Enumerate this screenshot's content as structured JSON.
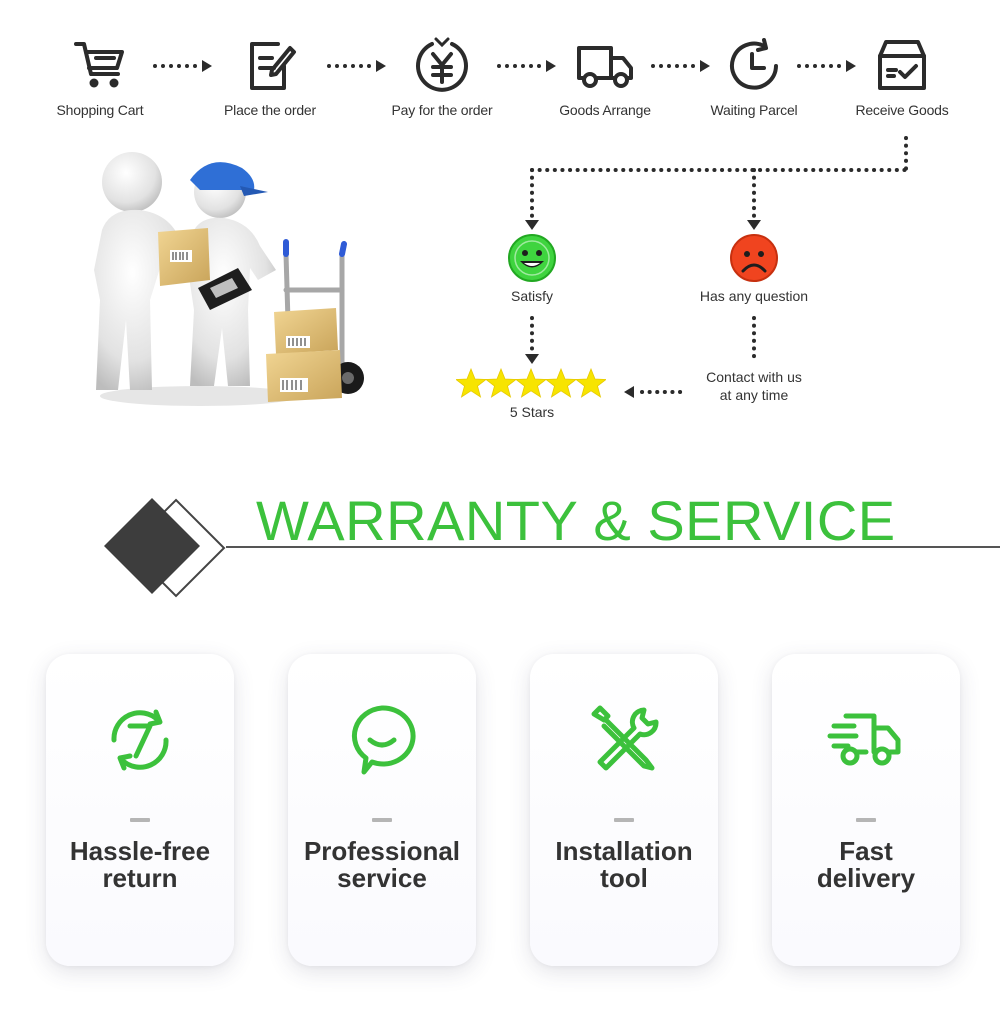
{
  "order_flow": {
    "steps": [
      {
        "label": "Shopping Cart",
        "icon": "shopping-cart-icon"
      },
      {
        "label": "Place the order",
        "icon": "order-form-icon"
      },
      {
        "label": "Pay for the order",
        "icon": "yuan-coin-icon"
      },
      {
        "label": "Goods Arrange",
        "icon": "delivery-truck-icon"
      },
      {
        "label": "Waiting Parcel",
        "icon": "clock-icon"
      },
      {
        "label": "Receive Goods",
        "icon": "parcel-box-icon"
      }
    ]
  },
  "feedback": {
    "satisfy_label": "Satisfy",
    "question_label": "Has any question",
    "contact_line1": "Contact with us",
    "contact_line2": "at any time",
    "stars_label": "5 Stars",
    "star_count": 5
  },
  "warranty": {
    "title": "WARRANTY & SERVICE",
    "cards": [
      {
        "line1": "Hassle-free",
        "line2": "return",
        "icon": "seven-day-return-icon"
      },
      {
        "line1": "Professional",
        "line2": "service",
        "icon": "chat-bubble-icon"
      },
      {
        "line1": "Installation",
        "line2": "tool",
        "icon": "tools-icon"
      },
      {
        "line1": "Fast",
        "line2": "delivery",
        "icon": "fast-truck-icon"
      }
    ]
  },
  "colors": {
    "accent_green": "#3cc13c",
    "sad_red": "#ee3b1e",
    "star_yellow": "#f7e400",
    "icon_dark": "#2b2b2b"
  }
}
